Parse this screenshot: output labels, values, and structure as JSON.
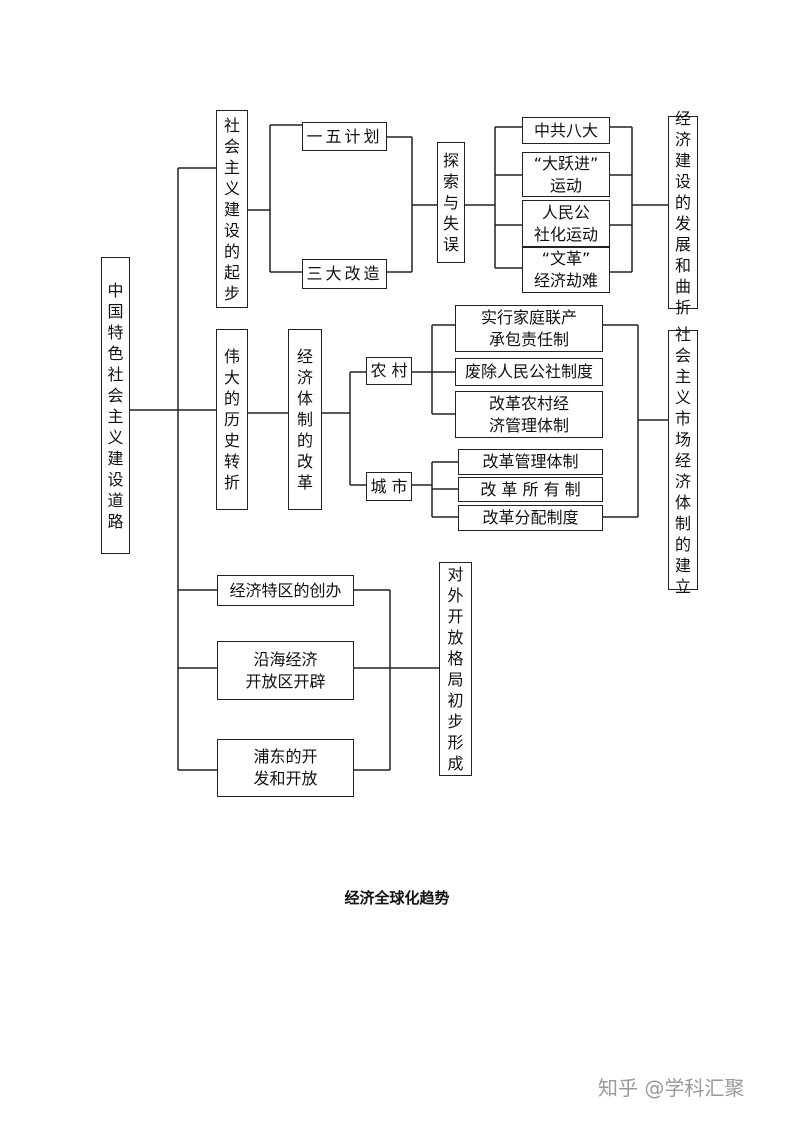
{
  "nodes": {
    "root": "中国特色社会主义建设道路",
    "qibu": "社会主义建设的起步",
    "yiwu": "一五计划",
    "sanda": "三大改造",
    "tansuo": "探索与失误",
    "bada": "中共八大",
    "dayuejin": [
      "“大跃进”",
      "运动"
    ],
    "renmin": [
      "人民公",
      "社化运动"
    ],
    "wenge": [
      "“文革”",
      "经济劫难"
    ],
    "quzhe": "经济建设的发展和曲折",
    "zhuanzhe": "伟大的历史转折",
    "gaige": "经济体制的改革",
    "nongcun": "农 村",
    "chengshi": "城 市",
    "jiating": [
      "实行家庭联产",
      "承包责任制"
    ],
    "feichu": "废除人民公社制度",
    "nongcunjingji": [
      "改革农村经",
      "济管理体制"
    ],
    "guanli": "改革管理体制",
    "suoyou": "改 革 所 有 制",
    "fenpei": "改革分配制度",
    "shichang": "社会主义市场经济体制的建立",
    "tequ": "经济特区的创办",
    "yanhai": [
      "沿海经济",
      "开放区开辟"
    ],
    "pudong": [
      "浦东的开",
      "发和开放"
    ],
    "duiwai": "对外开放格局初步形成"
  },
  "caption": "经济全球化趋势",
  "watermark": "知乎 @学科汇聚"
}
